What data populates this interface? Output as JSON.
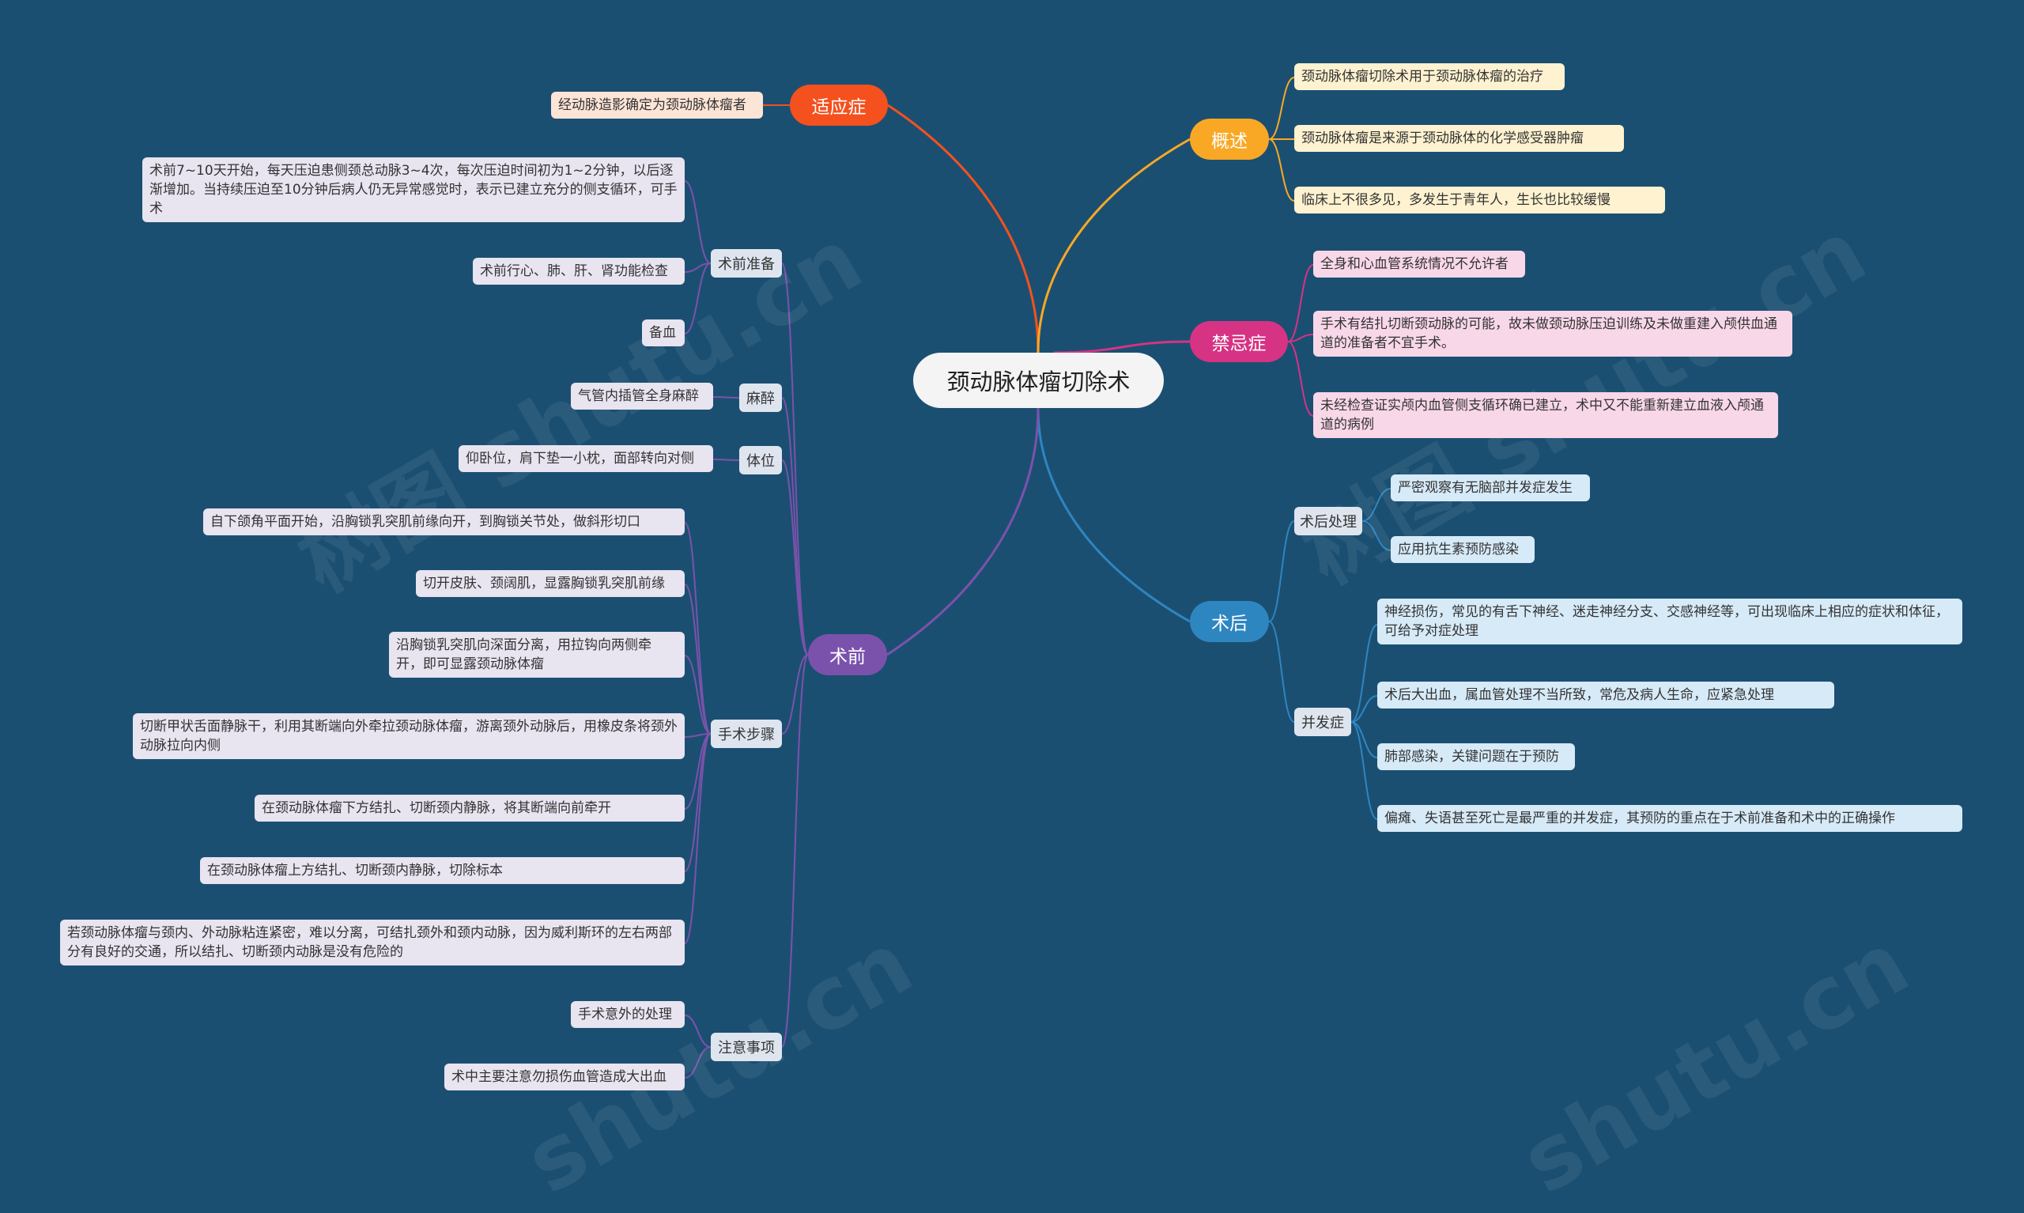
{
  "root": {
    "label": "颈动脉体瘤切除术"
  },
  "colors": {
    "background": "#1b4f72",
    "indications": "#f4511e",
    "overview": "#f9a825",
    "contraindications": "#d63384",
    "postop": "#2e86c1",
    "preop": "#7b52ab",
    "leaf_overview": "#fef2d0",
    "leaf_contra": "#f8d7e8",
    "leaf_postop": "#d6eaf8",
    "leaf_preop": "#e8e4f0",
    "leaf_indication": "#fce4d6"
  },
  "branches": {
    "indications": {
      "label": "适应症",
      "items": [
        "经动脉造影确定为颈动脉体瘤者"
      ]
    },
    "overview": {
      "label": "概述",
      "items": [
        "颈动脉体瘤切除术用于颈动脉体瘤的治疗",
        "颈动脉体瘤是来源于颈动脉体的化学感受器肿瘤",
        "临床上不很多见，多发生于青年人，生长也比较缓慢"
      ]
    },
    "contraindications": {
      "label": "禁忌症",
      "items": [
        "全身和心血管系统情况不允许者",
        "手术有结扎切断颈动脉的可能，故未做颈动脉压迫训练及未做重建入颅供血通道的准备者不宜手术。",
        "未经检查证实颅内血管侧支循环确已建立，术中又不能重新建立血液入颅通道的病例"
      ]
    },
    "postop": {
      "label": "术后",
      "handling": {
        "label": "术后处理",
        "items": [
          "严密观察有无脑部并发症发生",
          "应用抗生素预防感染"
        ]
      },
      "complications": {
        "label": "并发症",
        "items": [
          "神经损伤，常见的有舌下神经、迷走神经分支、交感神经等，可出现临床上相应的症状和体征，可给予对症处理",
          "术后大出血，属血管处理不当所致，常危及病人生命，应紧急处理",
          "肺部感染，关键问题在于预防",
          "偏瘫、失语甚至死亡是最严重的并发症，其预防的重点在于术前准备和术中的正确操作"
        ]
      }
    },
    "preop": {
      "label": "术前",
      "preparation": {
        "label": "术前准备",
        "items": [
          "术前7~10天开始，每天压迫患侧颈总动脉3~4次，每次压迫时间初为1~2分钟，以后逐渐增加。当持续压迫至10分钟后病人仍无异常感觉时，表示已建立充分的侧支循环，可手术",
          "术前行心、肺、肝、肾功能检查",
          "备血"
        ]
      },
      "anesthesia": {
        "label": "麻醉",
        "items": [
          "气管内插管全身麻醉"
        ]
      },
      "position": {
        "label": "体位",
        "items": [
          "仰卧位，肩下垫一小枕，面部转向对侧"
        ]
      },
      "steps": {
        "label": "手术步骤",
        "items": [
          "自下颌角平面开始，沿胸锁乳突肌前缘向开，到胸锁关节处，做斜形切口",
          "切开皮肤、颈阔肌，显露胸锁乳突肌前缘",
          "沿胸锁乳突肌向深面分离，用拉钩向两侧牵开，即可显露颈动脉体瘤",
          "切断甲状舌面静脉干，利用其断端向外牵拉颈动脉体瘤，游离颈外动脉后，用橡皮条将颈外动脉拉向内侧",
          "在颈动脉体瘤下方结扎、切断颈内静脉，将其断端向前牵开",
          "在颈动脉体瘤上方结扎、切断颈内静脉，切除标本",
          "若颈动脉体瘤与颈内、外动脉粘连紧密，难以分离，可结扎颈外和颈内动脉，因为威利斯环的左右两部分有良好的交通，所以结扎、切断颈内动脉是没有危险的"
        ]
      },
      "notes": {
        "label": "注意事项",
        "items": [
          "手术意外的处理",
          "术中主要注意勿损伤血管造成大出血"
        ]
      }
    }
  },
  "watermarks": [
    "树图 shutu.cn",
    "树图 shutu.cn",
    "shutu.cn",
    "shutu.cn"
  ]
}
